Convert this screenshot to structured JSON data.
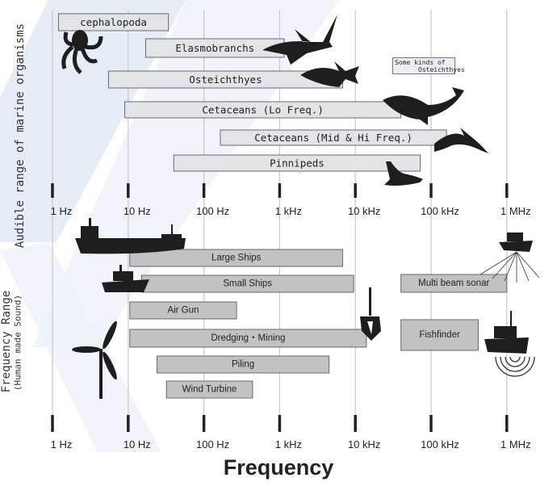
{
  "chart_data": {
    "type": "range-bar",
    "xscale": "log",
    "xlim_hz": [
      1,
      1000000
    ],
    "xlabel": "Frequency",
    "tick_labels": [
      "1 Hz",
      "10 Hz",
      "100 Hz",
      "1 kHz",
      "10 kHz",
      "100 kHz",
      "1 MHz"
    ],
    "tick_values_hz": [
      1,
      10,
      100,
      1000,
      10000,
      100000,
      1000000
    ],
    "groups": [
      {
        "label": "Audible range of marine organisms",
        "bars": [
          {
            "name": "cephalopoda",
            "min_hz": 1.2,
            "max_hz": 34
          },
          {
            "name": "Elasmobranchs",
            "min_hz": 17,
            "max_hz": 1150
          },
          {
            "name": "Osteichthyes",
            "min_hz": 5.5,
            "max_hz": 6800
          },
          {
            "name": "Cetaceans (Lo Freq.)",
            "min_hz": 9,
            "max_hz": 40000
          },
          {
            "name": "Cetaceans (Mid & Hi Freq.)",
            "min_hz": 165,
            "max_hz": 160000
          },
          {
            "name": "Pinnipeds",
            "min_hz": 40,
            "max_hz": 72000
          }
        ],
        "note": {
          "line1": "Some kinds of",
          "line2": "Osteichthyes"
        }
      },
      {
        "label_line1": "Frequency Range",
        "label_line2": "(Human made Sound)",
        "bars": [
          {
            "name": "Large Ships",
            "min_hz": 10.5,
            "max_hz": 6800
          },
          {
            "name": "Small Ships",
            "min_hz": 15,
            "max_hz": 9500
          },
          {
            "name": "Air Gun",
            "min_hz": 10.5,
            "max_hz": 270
          },
          {
            "name": "Dredging・Mining",
            "min_hz": 10.5,
            "max_hz": 14000
          },
          {
            "name": "Piling",
            "min_hz": 24,
            "max_hz": 4500
          },
          {
            "name": "Wind Turbine",
            "min_hz": 32,
            "max_hz": 440
          },
          {
            "name": "Multi beam sonar",
            "min_hz": 40000,
            "max_hz": 1000000
          },
          {
            "name": "Fishfinder",
            "min_hz": 40000,
            "max_hz": 420000
          }
        ]
      }
    ]
  },
  "colors": {
    "organism_bar": "#e3e4e7",
    "human_bar": "#c2c2c2",
    "watermark": "#dde6f3"
  }
}
